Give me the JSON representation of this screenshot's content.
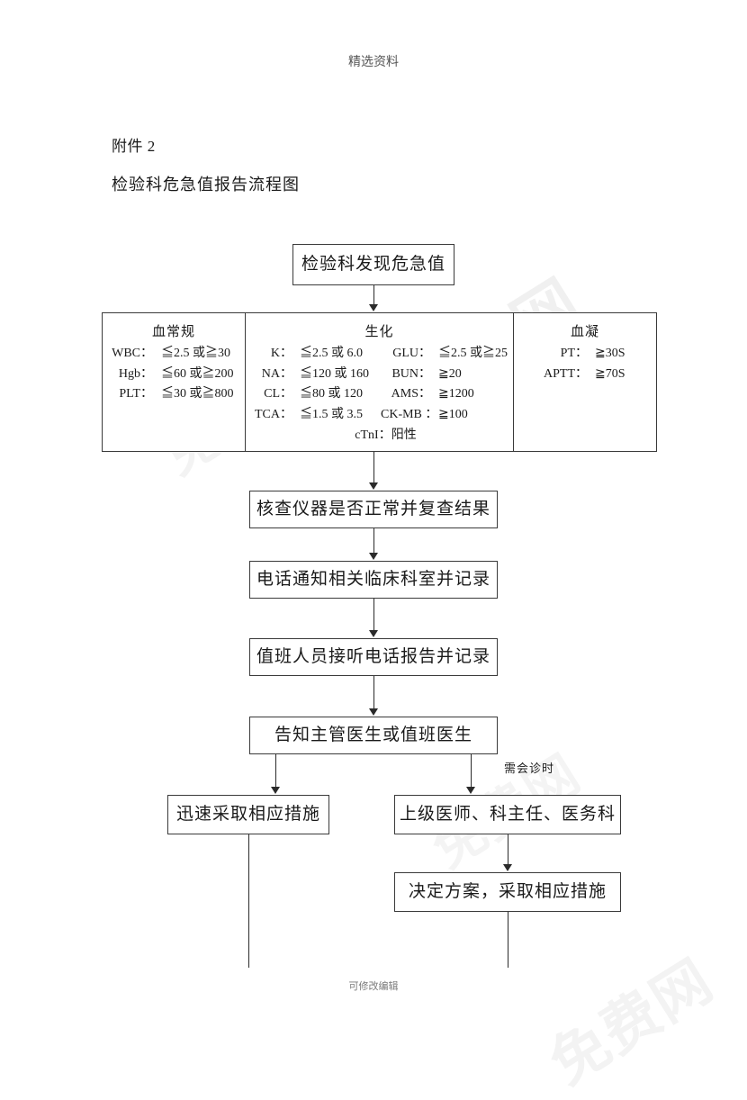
{
  "page": {
    "running_head": "精选资料",
    "running_foot": "可修改编辑",
    "watermark_text": "免费网"
  },
  "titles": {
    "attachment_label": "附件 2",
    "document_title": "检验科危急值报告流程图"
  },
  "flow": {
    "start": "检验科发现危急值",
    "verify": "核查仪器是否正常并复查结果",
    "notify": "电话通知相关临床科室并记录",
    "receive": "值班人员接听电话报告并记录",
    "inform": "告知主管医生或值班医生",
    "branch_note": "需会诊时",
    "action_left": "迅速采取相应措施",
    "action_right": "上级医师、科主任、医务科",
    "decide": "决定方案，采取相应措施"
  },
  "criteria": {
    "columns": [
      {
        "id": "cbc",
        "header": "血常规",
        "rows": [
          {
            "name": "WBC：",
            "value": "≦2.5 或≧30"
          },
          {
            "name": "Hgb：",
            "value": "≦60 或≧200"
          },
          {
            "name": "PLT：",
            "value": "≦30 或≧800"
          }
        ]
      },
      {
        "id": "biochemistry",
        "header": "生化",
        "left_rows": [
          {
            "name": "K：",
            "value": "≦2.5 或 6.0"
          },
          {
            "name": "NA：",
            "value": "≦120 或 160"
          },
          {
            "name": "CL：",
            "value": "≦80 或 120"
          },
          {
            "name": "TCA：",
            "value": "≦1.5 或 3.5"
          }
        ],
        "right_rows": [
          {
            "name": "GLU：",
            "value": "≦2.5 或≧25"
          },
          {
            "name": "BUN：",
            "value": "≧20"
          },
          {
            "name": "AMS：",
            "value": "≧1200"
          },
          {
            "name": "CK-MB ：",
            "value": "≧100"
          }
        ],
        "centered_row": "cTnI：阳性"
      },
      {
        "id": "coagulation",
        "header": "血凝",
        "rows": [
          {
            "name": "PT：",
            "value": "≧30S"
          },
          {
            "name": "APTT：",
            "value": "≧70S"
          }
        ]
      }
    ]
  }
}
